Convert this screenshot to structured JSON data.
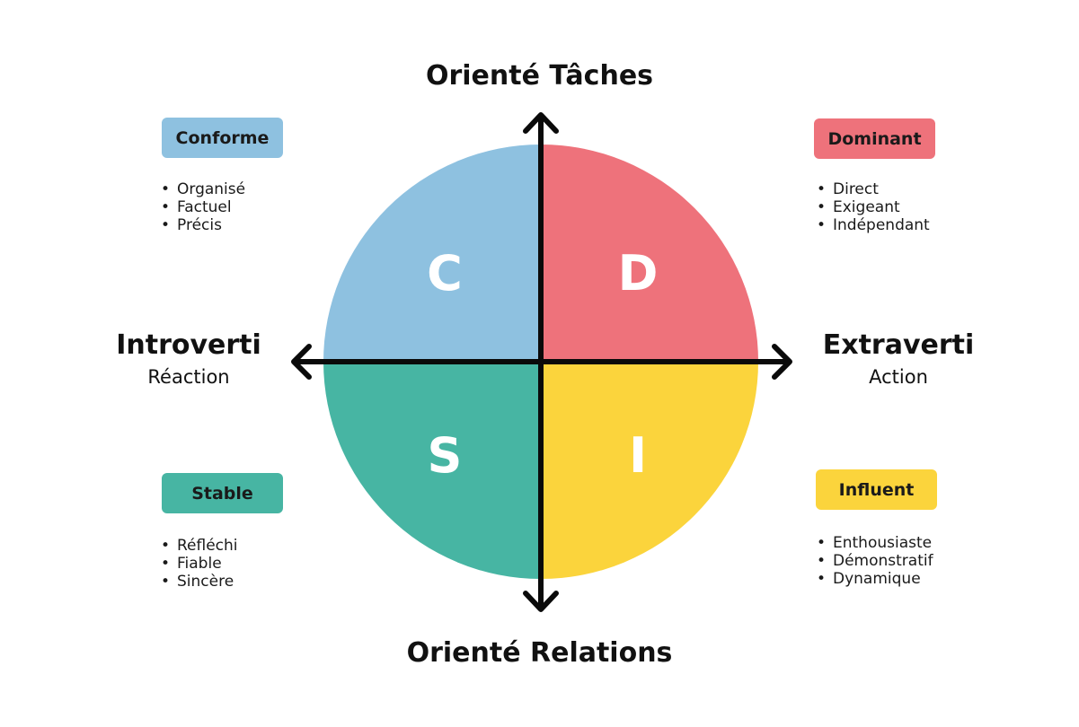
{
  "axes": {
    "top": "Orienté Tâches",
    "bottom": "Orienté Relations",
    "left": {
      "title": "Introverti",
      "subtitle": "Réaction"
    },
    "right": {
      "title": "Extraverti",
      "subtitle": "Action"
    }
  },
  "quadrants": {
    "c": {
      "letter": "C",
      "name": "Conforme",
      "color": "#8ec1e0",
      "traits": [
        "Organisé",
        "Factuel",
        "Précis"
      ]
    },
    "d": {
      "letter": "D",
      "name": "Dominant",
      "color": "#ee727b",
      "traits": [
        "Direct",
        "Exigeant",
        "Indépendant"
      ]
    },
    "s": {
      "letter": "S",
      "name": "Stable",
      "color": "#47b5a3",
      "traits": [
        "Réfléchi",
        "Fiable",
        "Sincère"
      ]
    },
    "i": {
      "letter": "I",
      "name": "Influent",
      "color": "#fbd43c",
      "traits": [
        "Enthousiaste",
        "Démonstratif",
        "Dynamique"
      ]
    }
  },
  "axis_color": "#0a0a0a"
}
